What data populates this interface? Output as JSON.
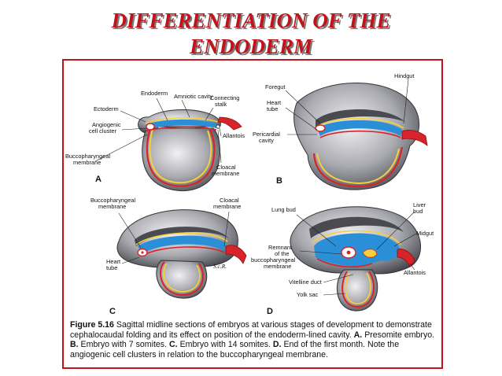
{
  "title": {
    "line1": "DIFFERENTIATION OF THE",
    "line2": "ENDODERM"
  },
  "figure": {
    "panel_a": {
      "letter": "A",
      "labels": {
        "endoderm": "Endoderm",
        "amniotic_cavity": "Amniotic cavity",
        "connecting_stalk_1": "Connecting",
        "connecting_stalk_2": "stalk",
        "ectoderm": "Ectoderm",
        "angiogenic_1": "Angiogenic",
        "angiogenic_2": "cell cluster",
        "allantois": "Allantois",
        "bucco_1": "Buccopharyngeal",
        "bucco_2": "membrane",
        "cloacal_1": "Cloacal",
        "cloacal_2": "membrane"
      }
    },
    "panel_b": {
      "letter": "B",
      "labels": {
        "hindgut": "Hindgut",
        "foregut": "Foregut",
        "heart_tube_1": "Heart",
        "heart_tube_2": "tube",
        "pericardial_1": "Pericardial",
        "pericardial_2": "cavity"
      }
    },
    "panel_c": {
      "letter": "C",
      "labels": {
        "bucco_1": "Buccopharyngeal",
        "bucco_2": "membrane",
        "cloacal_1": "Cloacal",
        "cloacal_2": "membrane",
        "heart_tube_1": "Heart",
        "heart_tube_2": "tube",
        "signature": "S.c.R."
      }
    },
    "panel_d": {
      "letter": "D",
      "labels": {
        "lung_bud": "Lung bud",
        "liver_bud_1": "Liver",
        "liver_bud_2": "bud",
        "midgut": "Midgut",
        "remnant_1": "Remnant",
        "remnant_2": "of the",
        "remnant_3": "buccopharyngeal",
        "remnant_4": "membrane",
        "allantois": "Allantois",
        "vitelline_duct": "Vitelline duct",
        "yolk_sac": "Yolk sac"
      }
    },
    "caption": {
      "figure_label": "Figure 5.16",
      "text": "Sagittal midline sections of embryos at various stages of development to demonstrate cephalocaudal folding and its effect on position of the endoderm-lined cavity.",
      "a_letter": "A.",
      "a_text": "Presomite embryo.",
      "b_letter": "B.",
      "b_text": "Embryo with 7 somites.",
      "c_letter": "C.",
      "c_text": "Embryo with 14 somites.",
      "d_letter": "D.",
      "d_text": "End of the first month. Note the angiogenic cell clusters in relation to the buccopharyngeal membrane."
    }
  },
  "colors": {
    "title_red": "#c0131a",
    "frame_red": "#c0131a",
    "endoderm_blue": "#2a8fd6",
    "ectoderm_yellow": "#f4d03a",
    "mesoderm_red": "#d8232a",
    "cavity_gray": "#4a4a52"
  }
}
